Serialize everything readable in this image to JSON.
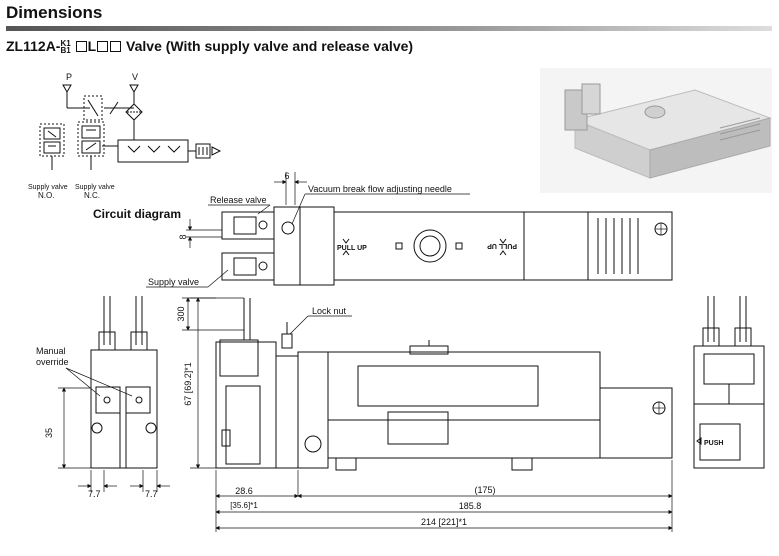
{
  "heading": "Dimensions",
  "subtitle": {
    "prefix": "ZL112A-",
    "option_top": "K1",
    "option_bottom": "B1",
    "middle": "L",
    "suffix": "Valve (With supply valve and release valve)"
  },
  "circuit": {
    "title": "Circuit diagram",
    "port_p": "P",
    "port_v": "V",
    "supply_label": "Supply valve",
    "release_label": "Supply valve",
    "no_label": "N.O.",
    "nc_label": "N.C."
  },
  "callouts": {
    "needle": "Vacuum break flow adjusting needle",
    "release_valve": "Release valve",
    "supply_valve": "Supply valve",
    "lock_nut": "Lock nut",
    "manual_override_1": "Manual",
    "manual_override_2": "override"
  },
  "body_marks": {
    "pull_up": "PULL UP",
    "v": "V",
    "push": "PUSH"
  },
  "dimensions": {
    "d6": "6",
    "d8": "8",
    "d300": "300",
    "d35": "35",
    "d67": "67 [69.2]*1",
    "d7_7_left": "7.7",
    "d7_7_right": "7.7",
    "d28_6": "28.6",
    "d35_6": "[35.6]*1",
    "d175": "(175)",
    "d185_8": "185.8",
    "d214": "214 [221]*1"
  }
}
